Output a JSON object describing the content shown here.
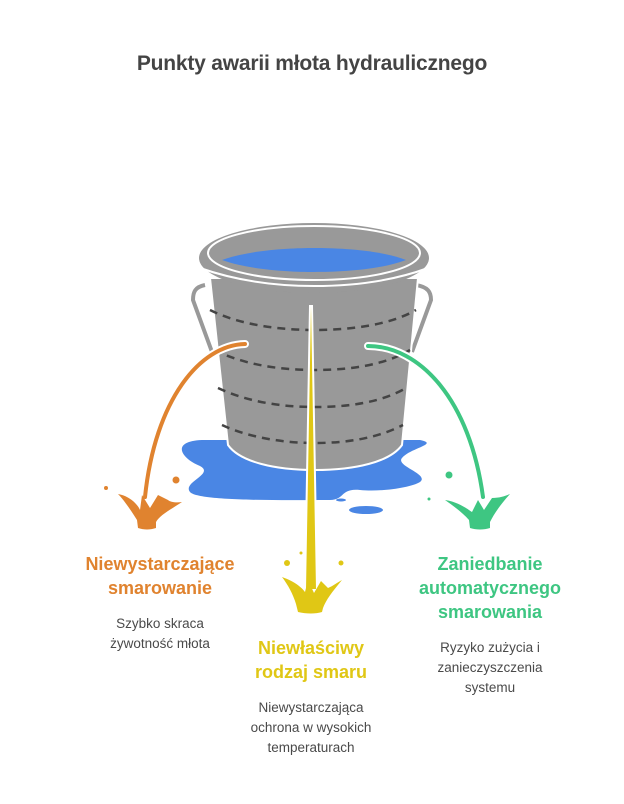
{
  "title": "Punkty awarii młota hydraulicznego",
  "colors": {
    "bucket": "#999999",
    "water": "#4a86e4",
    "orange": "#e0832f",
    "yellow": "#e0c715",
    "green": "#3ec682",
    "dashes": "#444444",
    "heading_text": "#444444",
    "body_text": "#4a4a4a"
  },
  "failures": [
    {
      "id": "orange",
      "heading": [
        "Niewystarczające",
        "smarowanie"
      ],
      "description": [
        "Szybko skraca",
        "żywotność młota"
      ]
    },
    {
      "id": "yellow",
      "heading": [
        "Niewłaściwy",
        "rodzaj smaru"
      ],
      "description": [
        "Niewystarczająca",
        "ochrona w wysokich",
        "temperaturach"
      ]
    },
    {
      "id": "green",
      "heading": [
        "Zaniedbanie",
        "automatycznego",
        "smarowania"
      ],
      "description": [
        "Ryzyko zużycia i",
        "zanieczyszczenia",
        "systemu"
      ]
    }
  ]
}
